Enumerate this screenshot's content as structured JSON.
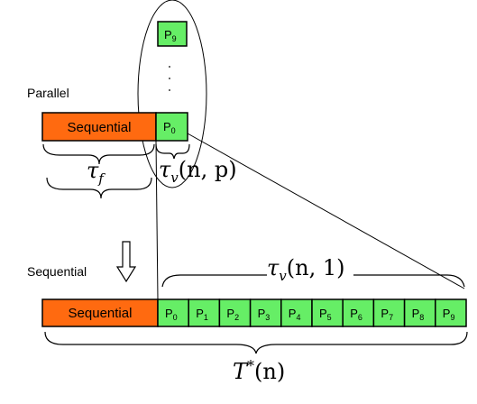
{
  "labels": {
    "parallel": "Parallel",
    "sequential": "Sequential"
  },
  "boxes": {
    "sequential": "Sequential",
    "p_top": {
      "base": "P",
      "sub": "9"
    },
    "p_zero": {
      "base": "P",
      "sub": "0"
    },
    "dots": "·\n·\n·"
  },
  "math": {
    "tau": "τ",
    "tau_f_sub": "f",
    "tau_v_sub": "v",
    "np_args": "(n, p)",
    "n1_args": "(n, 1)",
    "T": "T",
    "T_star": "*",
    "T_args": "(n)"
  },
  "sequential_row": {
    "processors": [
      {
        "base": "P",
        "sub": "0"
      },
      {
        "base": "P",
        "sub": "1"
      },
      {
        "base": "P",
        "sub": "2"
      },
      {
        "base": "P",
        "sub": "3"
      },
      {
        "base": "P",
        "sub": "4"
      },
      {
        "base": "P",
        "sub": "5"
      },
      {
        "base": "P",
        "sub": "6"
      },
      {
        "base": "P",
        "sub": "7"
      },
      {
        "base": "P",
        "sub": "8"
      },
      {
        "base": "P",
        "sub": "9"
      }
    ]
  },
  "colors": {
    "sequential_fill": "#ff6a10",
    "processor_fill": "#66ee66",
    "stroke": "#000000"
  }
}
